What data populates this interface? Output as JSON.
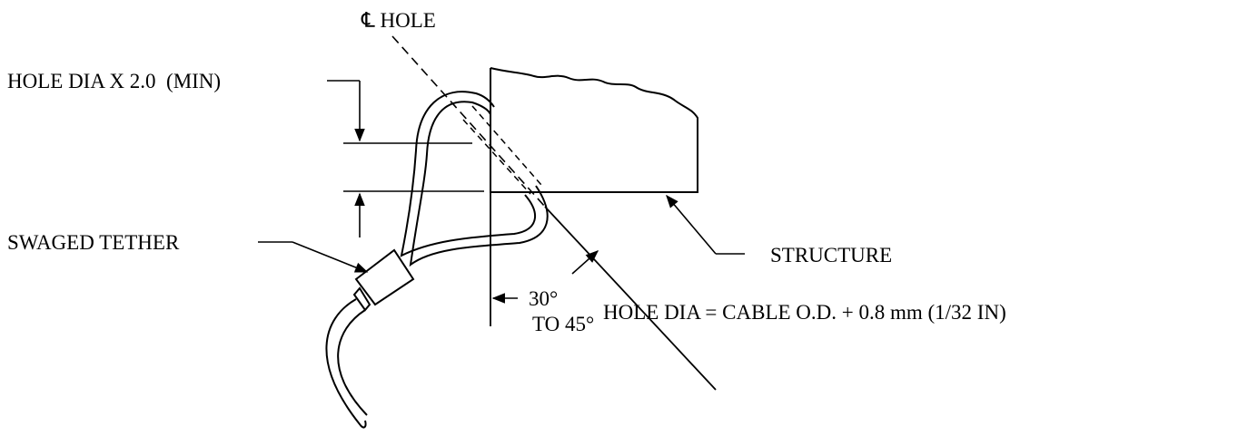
{
  "labels": {
    "centerline_hole": "℄ HOLE",
    "hole_dia_min": "HOLE DIA X 2.0  (MIN)",
    "swaged_tether": "SWAGED TETHER",
    "structure": "STRUCTURE",
    "angle_line1": "30°",
    "angle_line2": "TO 45°",
    "hole_dia_formula": "HOLE DIA = CABLE O.D. + 0.8 mm (1/32 IN)"
  },
  "colors": {
    "ink": "#000000",
    "background": "#ffffff"
  }
}
